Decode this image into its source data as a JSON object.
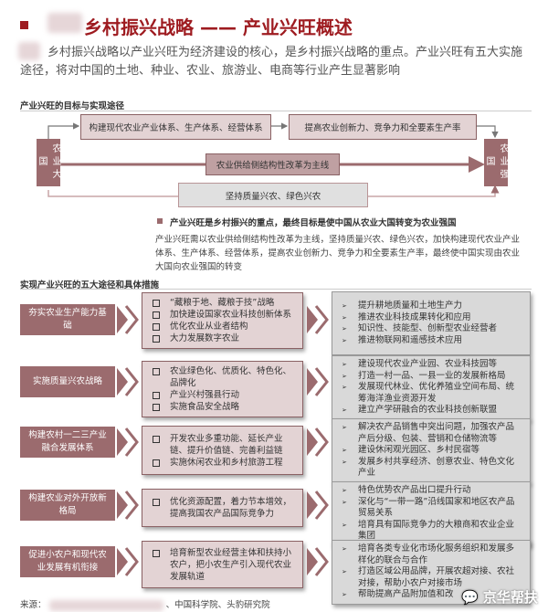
{
  "header": {
    "title": "乡村振兴战略 —— 产业兴旺概述",
    "intro": "乡村振兴战略以产业兴旺为经济建设的核心，是乡村振兴战略的重点。产业兴旺有五大实施途径，将对中国的土地、种业、农业、旅游业、电商等行业产生显著影响"
  },
  "diagram": {
    "section_title": "产业兴旺的目标与实现途径",
    "start": "农业大国",
    "end": "农业强国",
    "top_step1": "构建现代农业产业体系、生产体系、经营体系",
    "top_step2": "提高农业创新力、竞争力和全要素生产率",
    "main_line": "农业供给侧结构性改革为主线",
    "bottom_line": "坚持质量兴农、绿色兴农",
    "note": "产业兴旺是乡村振兴的重点，最终目标是使中国从农业大国转变为农业强国",
    "paragraph": "产业兴旺需以农业供给侧结构性改革为主线，坚持质量兴农、绿色兴农，加快构建现代农业产业体系、生产体系、经营体系，提高农业创新力、竞争力和全要素生产率，最终使中国实现由农业大国向农业强国的转变"
  },
  "paths": {
    "section_title": "实现产业兴旺的五大途径和具体措施",
    "rows": [
      {
        "path": "夯实农业生产能力基础",
        "measures": [
          "“藏粮于地、藏粮于技”战略",
          "加快建设国家农业科技创新体系",
          "优化农业从业者结构",
          "大力发展数字农业"
        ],
        "actions": [
          "提升耕地质量和土地生产力",
          "推进农业科技成果转化和应用",
          "知识性、技能型、创新型农业经营者",
          "推进物联网和遥感技术应用"
        ]
      },
      {
        "path": "实施质量兴农战略",
        "measures": [
          "农业绿色化、优质化、特色化、品牌化",
          "产业兴村强县行动",
          "实施食品安全战略"
        ],
        "actions": [
          "建设现代农业产业园、农业科技园等",
          "打造一村一品、一县一业的发展新格局",
          "发展现代林业、优化养殖业空间布局、统筹海洋渔业资源开发",
          "建立产学研融合的农业科技创新联盟"
        ]
      },
      {
        "path": "构建农村一二三产业融合发展体系",
        "measures": [
          "开发农业多重功能、延长产业链、提升价值链、完善利益链",
          "实施休闲农业和乡村旅游工程"
        ],
        "actions": [
          "解决农产品销售中突出问题，加强农产品产后分级、包装、营销和仓储物流等",
          "建设休闲观光园区、乡村民宿等",
          "发展乡村共享经济、创意农业、特色文化产业"
        ]
      },
      {
        "path": "构建农业对外开放新格局",
        "measures": [
          "优化资源配置，着力节本增效，提高我国农产品国际竞争力"
        ],
        "actions": [
          "特色优势农产品出口提升行动",
          "深化与“一带一路”沿线国家和地区农产品贸易关系",
          "培育具有国际竞争力的大粮商和农业企业集团"
        ]
      },
      {
        "path": "促进小农户和现代农业发展有机衔接",
        "measures": [
          "培育新型农业经营主体和扶持小农户，把小农生产引入现代农业发展轨道"
        ],
        "actions": [
          "培育各类专业化市场化服务组织和发展多样化的联合与合作",
          "打造区域公用品牌，开展农超对接、农社对接，帮助小农户对接市场",
          "帮助提高产品附加值和改"
        ]
      }
    ]
  },
  "footer": {
    "source_label": "来源：",
    "source_rest": "、中国科学院、头豹研究院",
    "watermark": "京华帮扶"
  },
  "colors": {
    "accent": "#9e1b20",
    "maroon_box": "#9b6b6e",
    "pink_box": "#e3d3d4",
    "grey_box": "#d9d9d9"
  }
}
